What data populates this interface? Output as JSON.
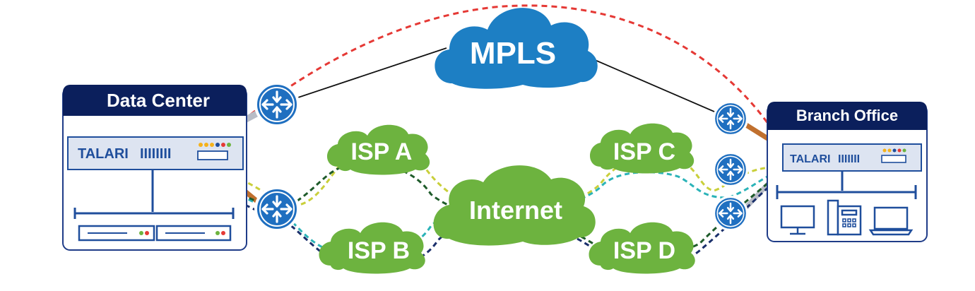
{
  "data_center": {
    "title": "Data Center",
    "appliance_brand": "TALARI",
    "appliance_ports": "IIIIIIII"
  },
  "branch_office": {
    "title": "Branch Office",
    "appliance_brand": "TALARI",
    "appliance_ports": "IIIIIII"
  },
  "clouds": {
    "mpls": "MPLS",
    "isp_a": "ISP A",
    "isp_b": "ISP B",
    "isp_c": "ISP C",
    "isp_d": "ISP D",
    "internet": "Internet"
  },
  "colors": {
    "mpls_cloud": "#1d7fc4",
    "isp_cloud": "#6db33f",
    "box_header": "#0b1f5c",
    "box_border": "#1f3c88",
    "router_fill": "#1f6fc0",
    "path_red": "#e53935",
    "path_yellow": "#c9cf3a",
    "path_teal": "#2bb3b8",
    "path_darkgreen": "#1e5b2a",
    "path_navy": "#1a2f6b",
    "link_brown": "#c0702e",
    "link_gray": "#b8bcc6"
  },
  "icons": [
    "router-icon",
    "monitor-icon",
    "phone-icon",
    "laptop-icon",
    "server-icon"
  ]
}
